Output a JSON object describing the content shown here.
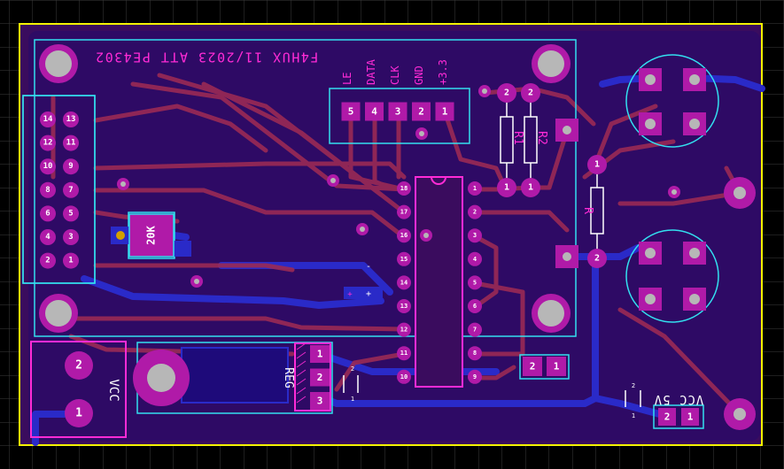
{
  "board": {
    "silk_title": "F4HUX 11/2023 ATT PE4302",
    "colors": {
      "background": "#000000",
      "grid": "#3b3b3b",
      "board_fill": "#3a0c5e",
      "pour": "#2a0a63",
      "outline": "#f4f200",
      "silk": "#33e0f0",
      "pad": "#b01aa8",
      "pad_dark": "#7a1878",
      "pad_label": "#ffffff",
      "top_trace": "#9a2a55",
      "bottom_trace": "#2a2ac8",
      "hole": "#b7b7b7",
      "label_magenta": "#ff2bd6"
    }
  },
  "header_connector": {
    "left_col": [
      "14",
      "12",
      "10",
      "8",
      "6",
      "4",
      "2"
    ],
    "right_col": [
      "13",
      "11",
      "9",
      "7",
      "5",
      "3",
      "1"
    ]
  },
  "top_connector": {
    "pins": [
      "5",
      "4",
      "3",
      "2",
      "1"
    ],
    "labels": [
      "LE",
      "DATA",
      "CLK",
      "GND",
      "+3.3"
    ]
  },
  "ic_pins": {
    "left": [
      "18",
      "17",
      "16",
      "15",
      "14",
      "13",
      "12",
      "11",
      "10"
    ],
    "right": [
      "1",
      "2",
      "3",
      "4",
      "5",
      "6",
      "7",
      "8",
      "9"
    ]
  },
  "resistors": {
    "r1": {
      "label": "R1",
      "pin_top": "2",
      "pin_bottom": "1"
    },
    "r2": {
      "label": "R2",
      "pin_top": "2",
      "pin_bottom": "1"
    },
    "r3": {
      "label": "R",
      "pin_top": "1",
      "pin_bottom": "2"
    },
    "pot": {
      "label": "20K"
    }
  },
  "vcc_connector": {
    "label": "VCC",
    "pins": [
      "2",
      "1"
    ]
  },
  "reg": {
    "label": "REG",
    "pins": [
      "1",
      "2",
      "3"
    ]
  },
  "cap_small": {
    "pins": [
      "2",
      "1"
    ]
  },
  "vcc5v": {
    "label": "VCC 5V",
    "pins": [
      "2",
      "1"
    ],
    "cap_pins": [
      "2",
      "1"
    ]
  },
  "elec_cap": {
    "minus": "-",
    "plus": "+"
  }
}
